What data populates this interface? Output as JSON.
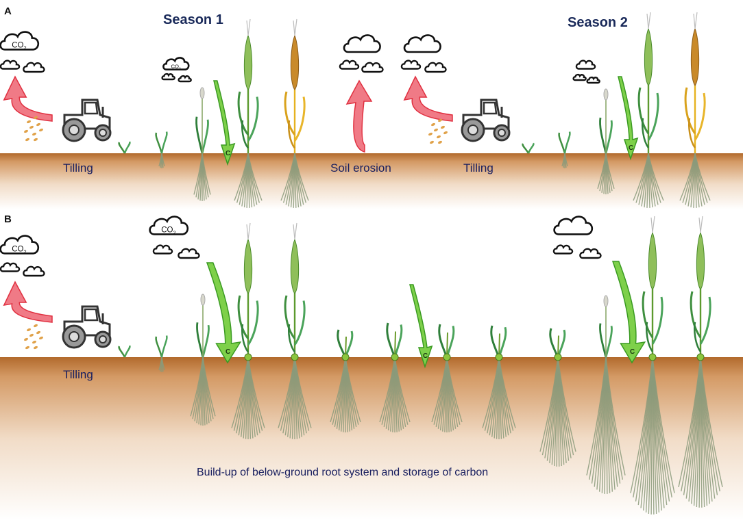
{
  "panel_a": {
    "letter": "A",
    "season_1": "Season 1",
    "season_2": "Season 2",
    "labels": {
      "tilling_1": "Tilling",
      "soil_erosion": "Soil erosion",
      "tilling_2": "Tilling"
    }
  },
  "panel_b": {
    "letter": "B",
    "labels": {
      "tilling": "Tilling",
      "caption": "Build-up of below-ground root system and storage of carbon"
    }
  },
  "cloud_text": "CO2",
  "carbon_symbol": "C",
  "colors": {
    "soil_top": "#b8733a",
    "soil_bottom": "#ffffff",
    "red_arrow": "#f07a86",
    "green_arrow": "#7ed04a",
    "leaf_green": "#3f8f3f",
    "ripe_gold": "#e6b21f",
    "text_navy": "#1a2060"
  }
}
